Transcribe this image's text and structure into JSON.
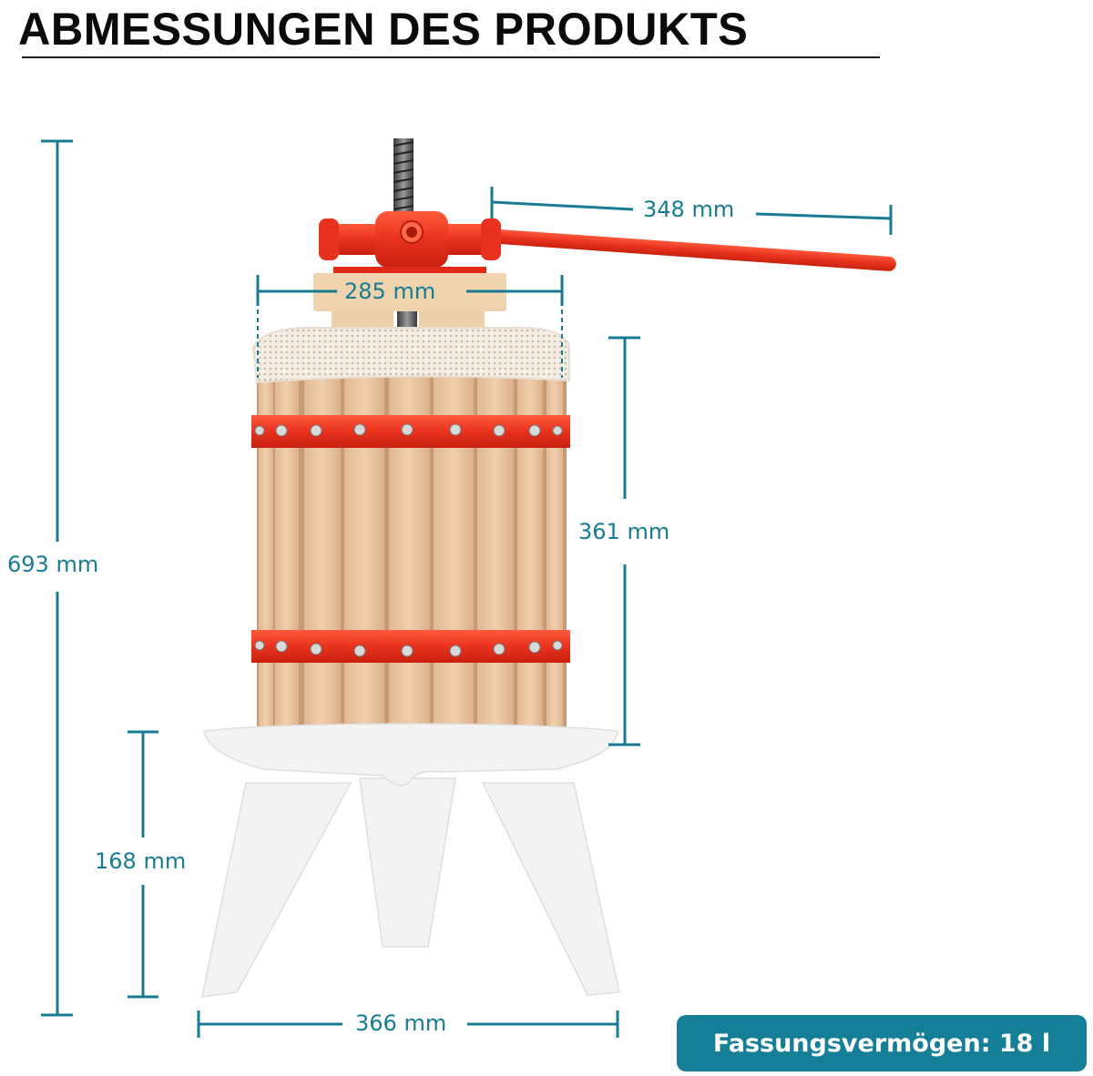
{
  "header": {
    "title": "ABMESSUNGEN DES PRODUKTS"
  },
  "dimensions": {
    "total_height": "693 mm",
    "handle_length": "348 mm",
    "top_width": "285 mm",
    "barrel_height": "361 mm",
    "stand_height": "168 mm",
    "base_width": "366 mm"
  },
  "capacity_badge": {
    "label": "Fassungsvermögen: 18 l"
  },
  "colors": {
    "accent": "#177c93",
    "badge": "#157f98",
    "frame_red": "#e8321e",
    "wood": "#e8c4a0",
    "stand": "#f2f2f2"
  }
}
